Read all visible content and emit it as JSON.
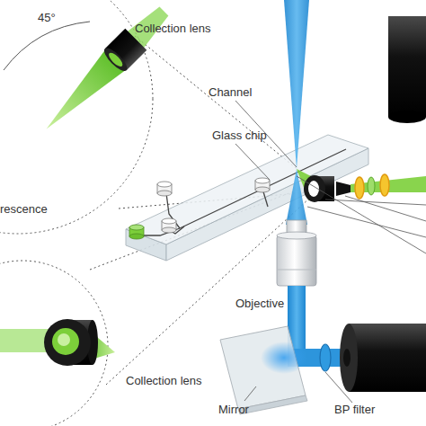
{
  "diagram": {
    "labels": [
      "45°",
      "Collection lens",
      "Channel",
      "Glass chip",
      "rescence",
      "Objective",
      "Collection lens",
      "Mirror",
      "BP filter"
    ]
  }
}
